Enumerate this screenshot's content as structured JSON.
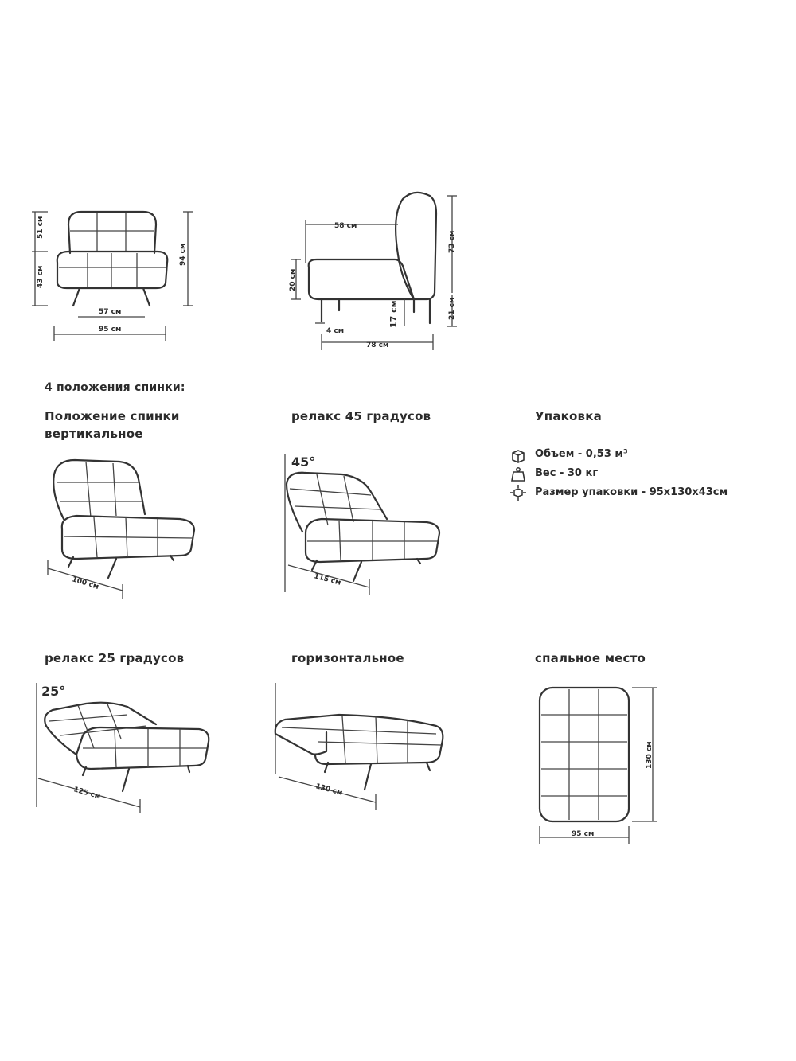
{
  "colors": {
    "line": "#333333",
    "text": "#2b2b2b",
    "background": "#ffffff"
  },
  "dimensions": {
    "front": {
      "back_height": "51 см",
      "seat_height": "43 см",
      "total_height": "94 см",
      "inner_width": "57 см",
      "width": "95 см"
    },
    "side": {
      "seat_depth": "58 см",
      "seat_height": "20 см",
      "total_height": "73 см",
      "leg_height": "17 см",
      "base_height": "21 см",
      "offset": "4 см",
      "depth": "78 см"
    }
  },
  "section_title": "4 положения спинки:",
  "positions": [
    {
      "label_line1": "Положение спинки",
      "label_line2": "вертикальное",
      "angle": "",
      "length": "100 см"
    },
    {
      "label_line1": "релакс 45 градусов",
      "label_line2": "",
      "angle": "45°",
      "length": "115 см"
    },
    {
      "label_line1": "релакс 25 градусов",
      "label_line2": "",
      "angle": "25°",
      "length": "125 см"
    },
    {
      "label_line1": "горизонтальное",
      "label_line2": "",
      "angle": "",
      "length": "130 см"
    }
  ],
  "packaging": {
    "title": "Упаковка",
    "items": [
      {
        "icon": "box-volume-icon",
        "text": "Объем - 0,53 м³"
      },
      {
        "icon": "weight-icon",
        "text": "Вес - 30 кг"
      },
      {
        "icon": "package-size-icon",
        "text": "Размер упаковки - 95х130х43см"
      }
    ]
  },
  "sleeping_place": {
    "title": "спальное место",
    "width": "95 см",
    "length": "130 см"
  }
}
